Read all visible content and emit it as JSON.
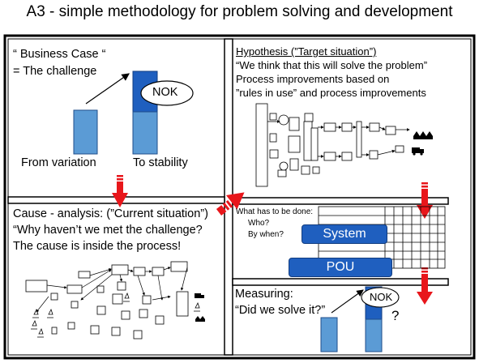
{
  "title": "A3 - simple methodology for problem solving and development",
  "q1": {
    "heading": "“ Business Case “",
    "subheading": "= The challenge",
    "nok": "NOK",
    "label_left": "From variation",
    "label_right": "To stability"
  },
  "q2": {
    "heading": "Hypothesis (”Target situation”)",
    "line1": "“We think that this will solve the problem”",
    "line2": "Process improvements based on",
    "line3": "”rules in use” and process improvements"
  },
  "q3": {
    "heading": "Cause - analysis: (”Current situation”)",
    "line1": "“Why haven’t we met the challenge?",
    "line2": "The cause is inside the process!"
  },
  "q4": {
    "what": "What has to be done:",
    "who": "Who?",
    "when": "By when?",
    "system": "System",
    "pou": "POU"
  },
  "q5": {
    "heading": "Measuring:",
    "line1": "“Did we solve it?”",
    "nok": "NOK",
    "question": "?"
  },
  "colors": {
    "dark_blue": "#1f5fbf",
    "light_blue": "#5b9bd5",
    "arrow_red": "#e8161b"
  }
}
